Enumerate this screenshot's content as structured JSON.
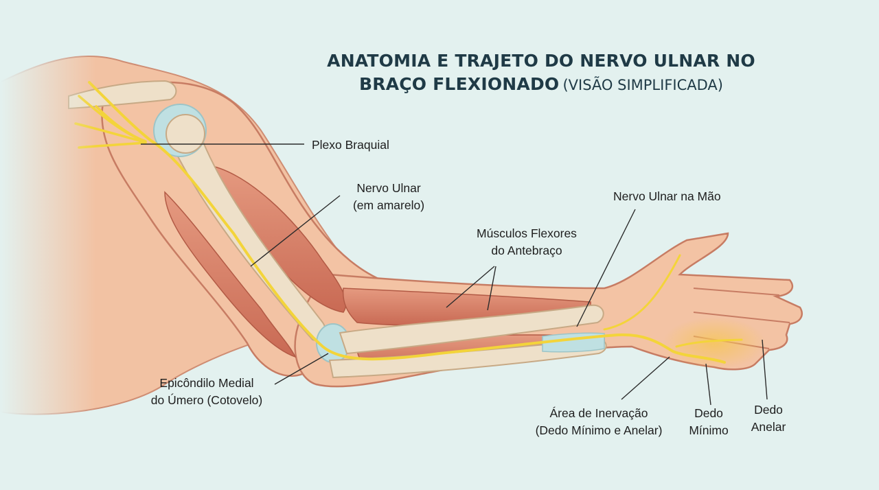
{
  "title": {
    "line1": "ANATOMIA E TRAJETO DO NERVO ULNAR NO",
    "line2_bold": "BRAÇO FLEXIONADO",
    "line2_normal": "(VISÃO SIMPLIFICADA)"
  },
  "labels": {
    "plexo": "Plexo Braquial",
    "ulnar": [
      "Nervo Ulnar",
      "(em amarelo)"
    ],
    "ulnar_mao": "Nervo Ulnar na Mão",
    "musculos": [
      "Músculos Flexores",
      "do Antebraço"
    ],
    "epicondilo": [
      "Epicôndilo Medial",
      "do Úmero (Cotovelo)"
    ],
    "area": [
      "Área de Inervação",
      "(Dedo Mínimo e Anelar)"
    ],
    "dedo_minimo": [
      "Dedo",
      "Mínimo"
    ],
    "dedo_anelar": [
      "Dedo",
      "Anelar"
    ]
  },
  "colors": {
    "background": "#e3f1ef",
    "skin": "#f3c3a4",
    "skin_outline": "#c77c63",
    "muscle": "#d97d66",
    "bone": "#eee0c9",
    "cartilage": "#bfe0e2",
    "nerve": "#f3d43a",
    "innervation_area": "#f6c65a",
    "title": "#1f3a46"
  }
}
